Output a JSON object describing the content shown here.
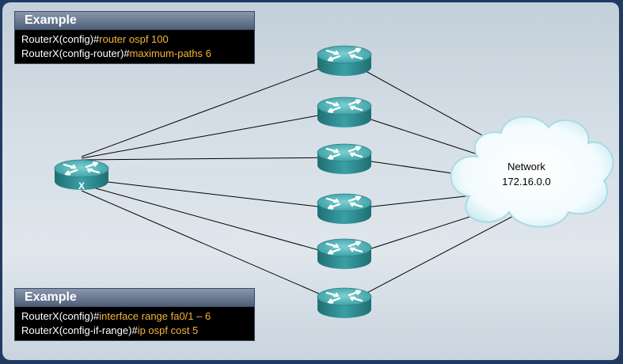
{
  "example_top": {
    "title": "Example",
    "lines": [
      {
        "prompt": "RouterX(config)#",
        "command": "router ospf 100"
      },
      {
        "prompt": "RouterX(config-router)#",
        "command": "maximum-paths 6"
      }
    ]
  },
  "example_bottom": {
    "title": "Example",
    "lines": [
      {
        "prompt": "RouterX(config)#",
        "command": "interface range fa0/1 – 6"
      },
      {
        "prompt": "RouterX(config-if-range)#",
        "command": "ip ospf cost 5"
      }
    ]
  },
  "router_x_label": "X",
  "network": {
    "line1": "Network",
    "line2": "172.16.0.0"
  },
  "colors": {
    "command": "#f2b637",
    "router_body": "#2f8f94",
    "router_top": "#4fb0b4",
    "link": "#000000"
  }
}
